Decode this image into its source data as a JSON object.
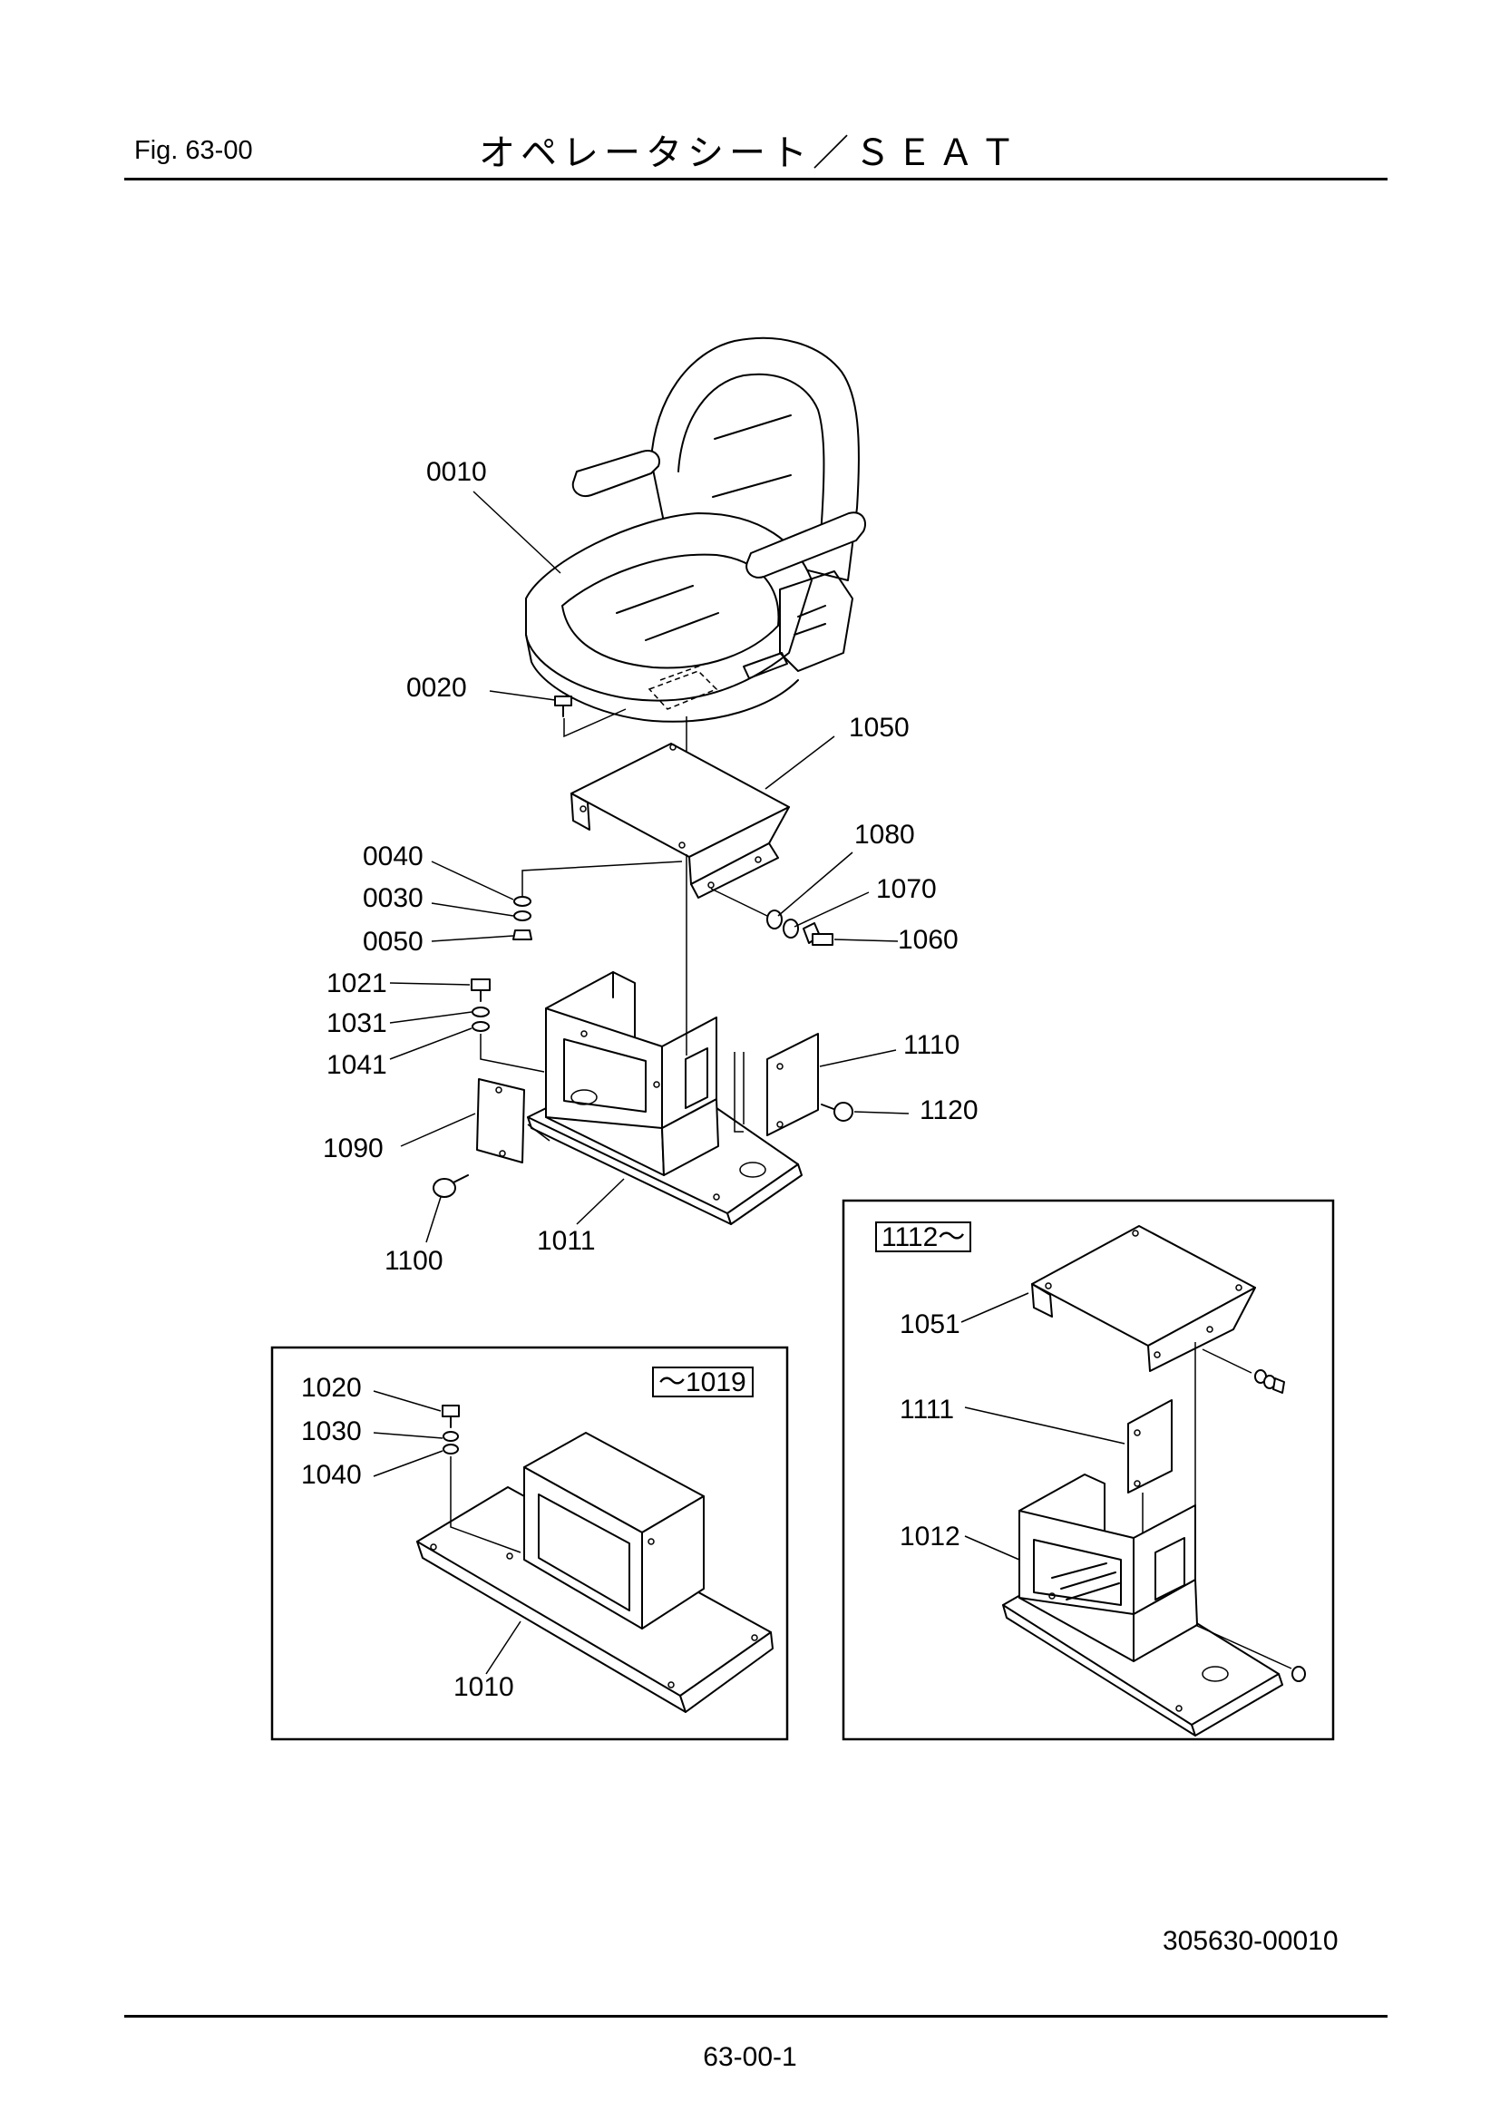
{
  "header": {
    "fig_label": "Fig.  63-00",
    "title": "オペレータシート／ＳＥＡＴ"
  },
  "parts": {
    "p0010": "0010",
    "p0020": "0020",
    "p0030": "0030",
    "p0040": "0040",
    "p0050": "0050",
    "p1021": "1021",
    "p1031": "1031",
    "p1041": "1041",
    "p1090": "1090",
    "p1100": "1100",
    "p1011": "1011",
    "p1050": "1050",
    "p1080": "1080",
    "p1070": "1070",
    "p1060": "1060",
    "p1110": "1110",
    "p1120": "1120"
  },
  "inset_left": {
    "serial_tag": "～1019",
    "p1020": "1020",
    "p1030": "1030",
    "p1040": "1040",
    "p1010": "1010"
  },
  "inset_right": {
    "serial_tag": "1112～",
    "p1051": "1051",
    "p1111": "1111",
    "p1012": "1012"
  },
  "footer": {
    "drawing_number": "305630-00010",
    "page_number": "63-00-1"
  }
}
